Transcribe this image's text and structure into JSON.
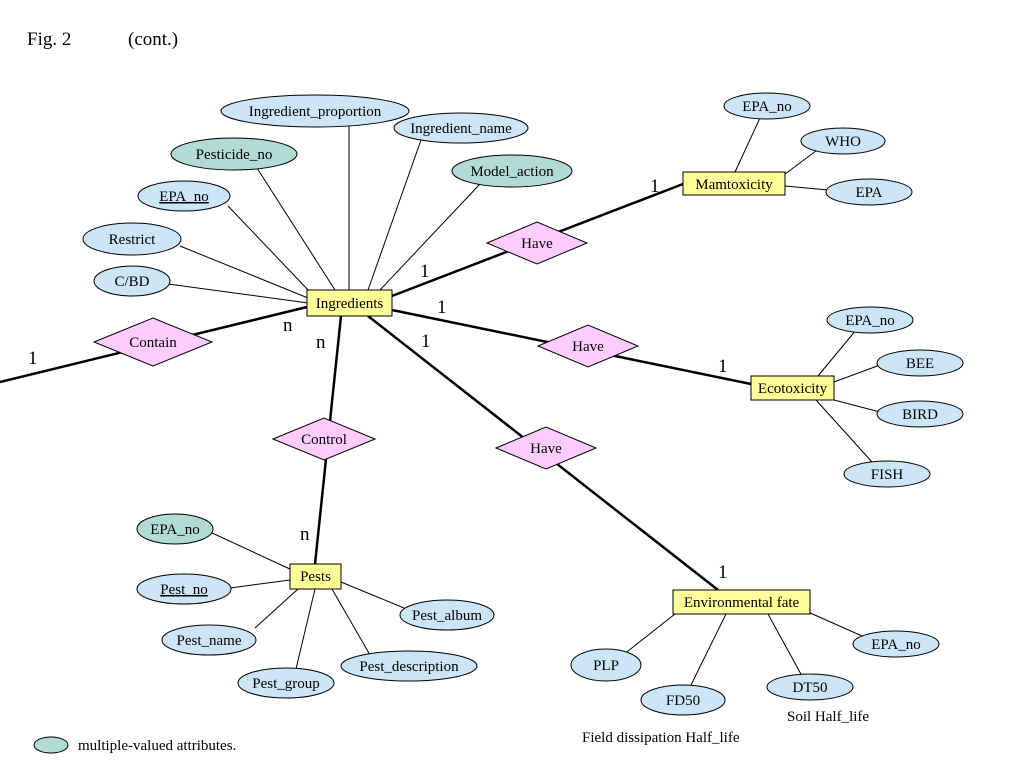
{
  "figure": {
    "fig_label": "Fig. 2",
    "cont_label": "(cont.)"
  },
  "entities": {
    "ingredients": "Ingredients",
    "mamtoxicity": "Mamtoxicity",
    "ecotoxicity": "Ecotoxicity",
    "env_fate": "Environmental fate",
    "pests": "Pests"
  },
  "relationships": {
    "have_mam": "Have",
    "have_eco": "Have",
    "have_env": "Have",
    "contain": "Contain",
    "control": "Control"
  },
  "attributes": {
    "ingredient_proportion": "Ingredient_proportion",
    "ingredient_name": "Ingredient_name",
    "pesticide_no": "Pesticide_no",
    "model_action": "Model_action",
    "ing_epa_no": "EPA_no",
    "restrict": "Restrict",
    "cbd": "C/BD",
    "mam_epa_no": "EPA_no",
    "who": "WHO",
    "epa": "EPA",
    "eco_epa_no": "EPA_no",
    "bee": "BEE",
    "bird": "BIRD",
    "fish": "FISH",
    "plp": "PLP",
    "fd50": "FD50",
    "dt50": "DT50",
    "env_epa_no": "EPA_no",
    "pest_epa_no": "EPA_no",
    "pest_no": "Pest_no",
    "pest_name": "Pest_name",
    "pest_group": "Pest_group",
    "pest_description": "Pest_description",
    "pest_album": "Pest_album"
  },
  "cardinalities": {
    "contain_left": "1",
    "contain_ing": "n",
    "mam_ing": "1",
    "mam_ent": "1",
    "eco_ing": "1",
    "eco_ent": "1",
    "env_ing": "1",
    "env_ent": "1",
    "control_ing": "n",
    "control_pests": "n"
  },
  "annotations": {
    "field_dissipation": "Field dissipation Half_life",
    "soil_half_life": "Soil Half_life"
  },
  "legend": {
    "text": "multiple-valued attributes."
  },
  "colors": {
    "entity": "#ffff99",
    "relationship": "#ffccff",
    "attribute": "#cce6f7",
    "multivalued_attribute": "#b3dbd6"
  }
}
